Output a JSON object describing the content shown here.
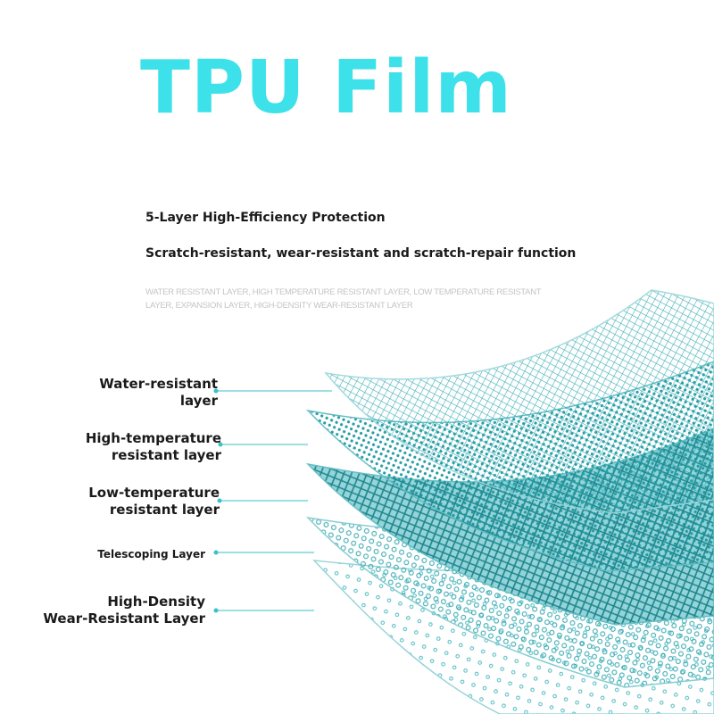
{
  "title": "TPU Film",
  "subtitle_1": "5-Layer High-Efficiency Protection",
  "subtitle_2": "Scratch-resistant, wear-resistant and scratch-repair function",
  "layers_summary": "WATER RESISTANT LAYER, HIGH TEMPERATURE RESISTANT LAYER, LOW TEMPERATURE RESISTANT LAYER, EXPANSION LAYER, HIGH-DENSITY WEAR-RESISTANT LAYER",
  "labels": [
    {
      "line1": "Water-resistant",
      "line2": "layer"
    },
    {
      "line1": "High-temperature",
      "line2": "resistant layer"
    },
    {
      "line1": "Low-temperature",
      "line2": "resistant layer"
    },
    {
      "line1": "Telescoping Layer",
      "line2": ""
    },
    {
      "line1": "High-Density",
      "line2": "Wear-Resistant Layer"
    }
  ],
  "colors": {
    "title": "#3de1ea",
    "accent": "#2fb9bf",
    "mesh": "#1f9aa2",
    "text": "#1a1a1a",
    "muted": "#c4c4c4"
  }
}
